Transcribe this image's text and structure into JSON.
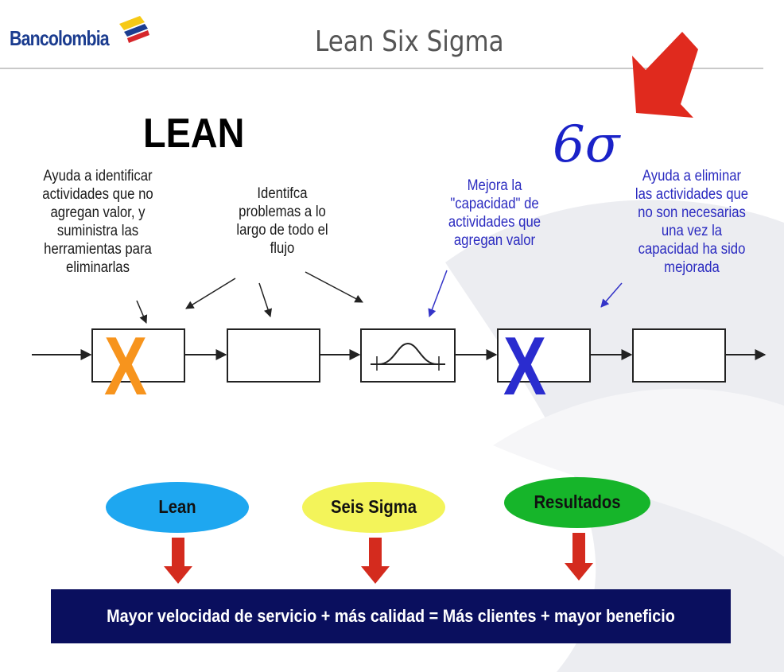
{
  "header": {
    "brand": "Bancolombia",
    "title": "Lean Six Sigma"
  },
  "lean_heading": "LEAN",
  "sigma_logo": "6σ",
  "annotations": {
    "identify_activities": [
      "Ayuda a identificar",
      "actividades que no",
      "agregan valor, y",
      "suministra las",
      "herramientas para",
      "eliminarlas"
    ],
    "identify_problems": [
      "Identifca",
      "problemas a lo",
      "largo de todo el",
      "flujo"
    ],
    "improve_capacity": [
      "Mejora la",
      "\"capacidad\" de",
      "actividades que",
      "agregan valor"
    ],
    "eliminate_activities": [
      "Ayuda a eliminar",
      "las actividades que",
      "no son necesarias",
      "una vez la",
      "capacidad ha sido",
      "mejorada"
    ]
  },
  "x_marks": [
    {
      "glyph": "X",
      "color": "#f7941d"
    },
    {
      "glyph": "X",
      "color": "#2a2ccf"
    }
  ],
  "ovals": [
    {
      "label": "Lean",
      "color": "#1ea7f0"
    },
    {
      "label": "Seis Sigma",
      "color": "#f3f45a"
    },
    {
      "label": "Resultados",
      "color": "#16b52a"
    }
  ],
  "banner_text": "Mayor velocidad de servicio + más calidad = Más clientes + mayor beneficio",
  "colors": {
    "arrow_red": "#d42b1e",
    "banner_bg": "#0a0f5e",
    "annotation_blue": "#2b2bc0"
  }
}
